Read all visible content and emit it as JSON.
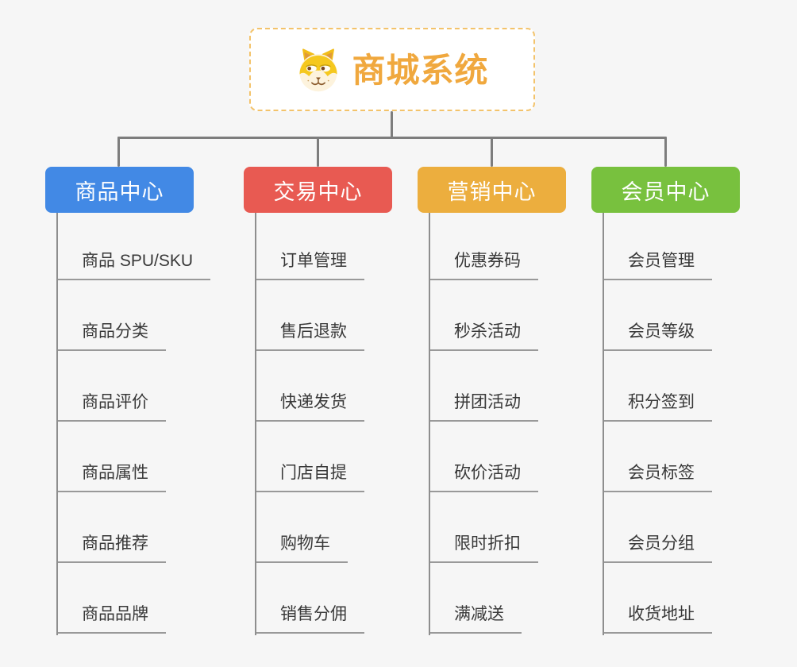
{
  "page": {
    "background_color": "#f6f6f6"
  },
  "root": {
    "title": "商城系统",
    "icon": "dog-icon",
    "text_color": "#f0a83e",
    "border_color": "#f3c36b",
    "background_color": "#ffffff"
  },
  "connector_color": "#7d7d7d",
  "leaf_line_color": "#999999",
  "leaf_text_color": "#383838",
  "branches": [
    {
      "label": "商品中心",
      "color": "#4289e5",
      "items": [
        "商品 SPU/SKU",
        "商品分类",
        "商品评价",
        "商品属性",
        "商品推荐",
        "商品品牌"
      ]
    },
    {
      "label": "交易中心",
      "color": "#e85a52",
      "items": [
        "订单管理",
        "售后退款",
        "快递发货",
        "门店自提",
        "购物车",
        "销售分佣"
      ]
    },
    {
      "label": "营销中心",
      "color": "#ecae3e",
      "items": [
        "优惠券码",
        "秒杀活动",
        "拼团活动",
        "砍价活动",
        "限时折扣",
        "满减送"
      ]
    },
    {
      "label": "会员中心",
      "color": "#78c13e",
      "items": [
        "会员管理",
        "会员等级",
        "积分签到",
        "会员标签",
        "会员分组",
        "收货地址"
      ]
    }
  ]
}
